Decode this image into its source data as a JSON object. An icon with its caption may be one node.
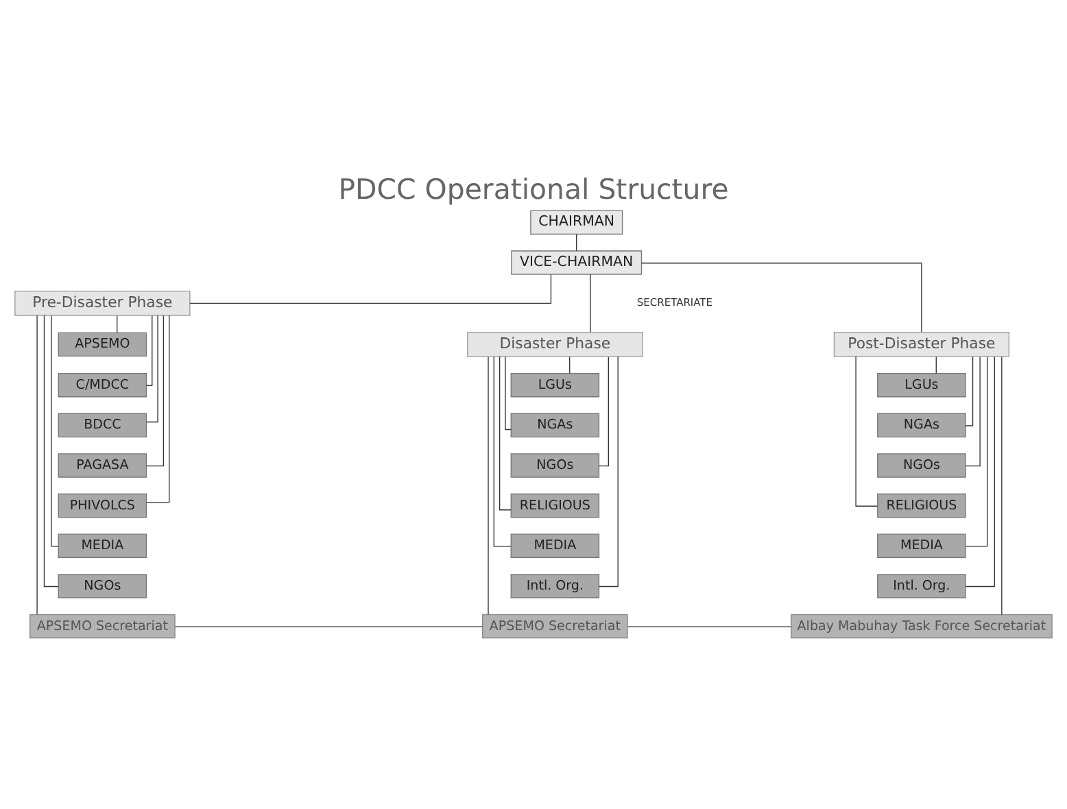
{
  "diagram": {
    "title": "PDCC Operational Structure",
    "nodes": [
      {
        "text": [
          "CHAIRMAN"
        ]
      },
      {
        "text": [
          "VICE-CHAIRMAN"
        ]
      },
      {
        "text": [
          "Pre-Disaster Phase"
        ]
      },
      {
        "text": [
          "APSEMO"
        ]
      },
      {
        "text": [
          "C/MDCC"
        ]
      },
      {
        "text": [
          "BDCC"
        ]
      },
      {
        "text": [
          "PAGASA"
        ]
      },
      {
        "text": [
          "PHIVOLCS"
        ]
      },
      {
        "text": [
          "MEDIA"
        ]
      },
      {
        "text": [
          "NGOs"
        ]
      },
      {
        "text": [
          "APSEMO Secretariat"
        ]
      },
      {
        "text": [
          "Disaster Phase"
        ]
      },
      {
        "text": [
          "LGUs"
        ]
      },
      {
        "text": [
          "NGAs"
        ]
      },
      {
        "text": [
          "NGOs"
        ]
      },
      {
        "text": [
          "RELIGIOUS"
        ]
      },
      {
        "text": [
          "MEDIA"
        ]
      },
      {
        "text": [
          "Intl. Org."
        ]
      },
      {
        "text": [
          "APSEMO Secretariat"
        ]
      },
      {
        "text": [
          "Post-Disaster Phase"
        ]
      },
      {
        "text": [
          "LGUs"
        ]
      },
      {
        "text": [
          "NGAs"
        ]
      },
      {
        "text": [
          "NGOs"
        ]
      },
      {
        "text": [
          "RELIGIOUS"
        ]
      },
      {
        "text": [
          "MEDIA"
        ]
      },
      {
        "text": [
          "Intl. Org."
        ]
      },
      {
        "text": [
          "Albay Mabuhay Task Force Secretariat"
        ]
      }
    ],
    "edges": [
      {
        "from": 0,
        "to": 1,
        "arrow": "none"
      },
      {
        "from": 1,
        "to": 2,
        "arrow": "none"
      },
      {
        "from": 1,
        "to": 11,
        "arrow": "none"
      },
      {
        "from": 1,
        "to": 19,
        "arrow": "none"
      },
      {
        "from": 2,
        "to": 3,
        "arrow": "none"
      },
      {
        "from": 2,
        "to": 4,
        "arrow": "none"
      },
      {
        "from": 2,
        "to": 5,
        "arrow": "none"
      },
      {
        "from": 2,
        "to": 6,
        "arrow": "none"
      },
      {
        "from": 2,
        "to": 7,
        "arrow": "none"
      },
      {
        "from": 2,
        "to": 8,
        "arrow": "none"
      },
      {
        "from": 2,
        "to": 9,
        "arrow": "none"
      },
      {
        "from": 2,
        "to": 10,
        "arrow": "none"
      },
      {
        "from": 11,
        "to": 12,
        "arrow": "none"
      },
      {
        "from": 11,
        "to": 13,
        "arrow": "none"
      },
      {
        "from": 11,
        "to": 14,
        "arrow": "none"
      },
      {
        "from": 11,
        "to": 15,
        "arrow": "none"
      },
      {
        "from": 11,
        "to": 16,
        "arrow": "none"
      },
      {
        "from": 11,
        "to": 17,
        "arrow": "none"
      },
      {
        "from": 11,
        "to": 18,
        "arrow": "none"
      },
      {
        "from": 19,
        "to": 20,
        "arrow": "none"
      },
      {
        "from": 19,
        "to": 21,
        "arrow": "none"
      },
      {
        "from": 19,
        "to": 22,
        "arrow": "none"
      },
      {
        "from": 19,
        "to": 23,
        "arrow": "none"
      },
      {
        "from": 19,
        "to": 24,
        "arrow": "none"
      },
      {
        "from": 19,
        "to": 25,
        "arrow": "none"
      },
      {
        "from": 19,
        "to": 26,
        "arrow": "none"
      },
      {
        "from": 10,
        "to": 18,
        "arrow": "none"
      },
      {
        "from": 18,
        "to": 26,
        "arrow": "none"
      }
    ],
    "labels": [
      "SECRETARIATE"
    ]
  }
}
